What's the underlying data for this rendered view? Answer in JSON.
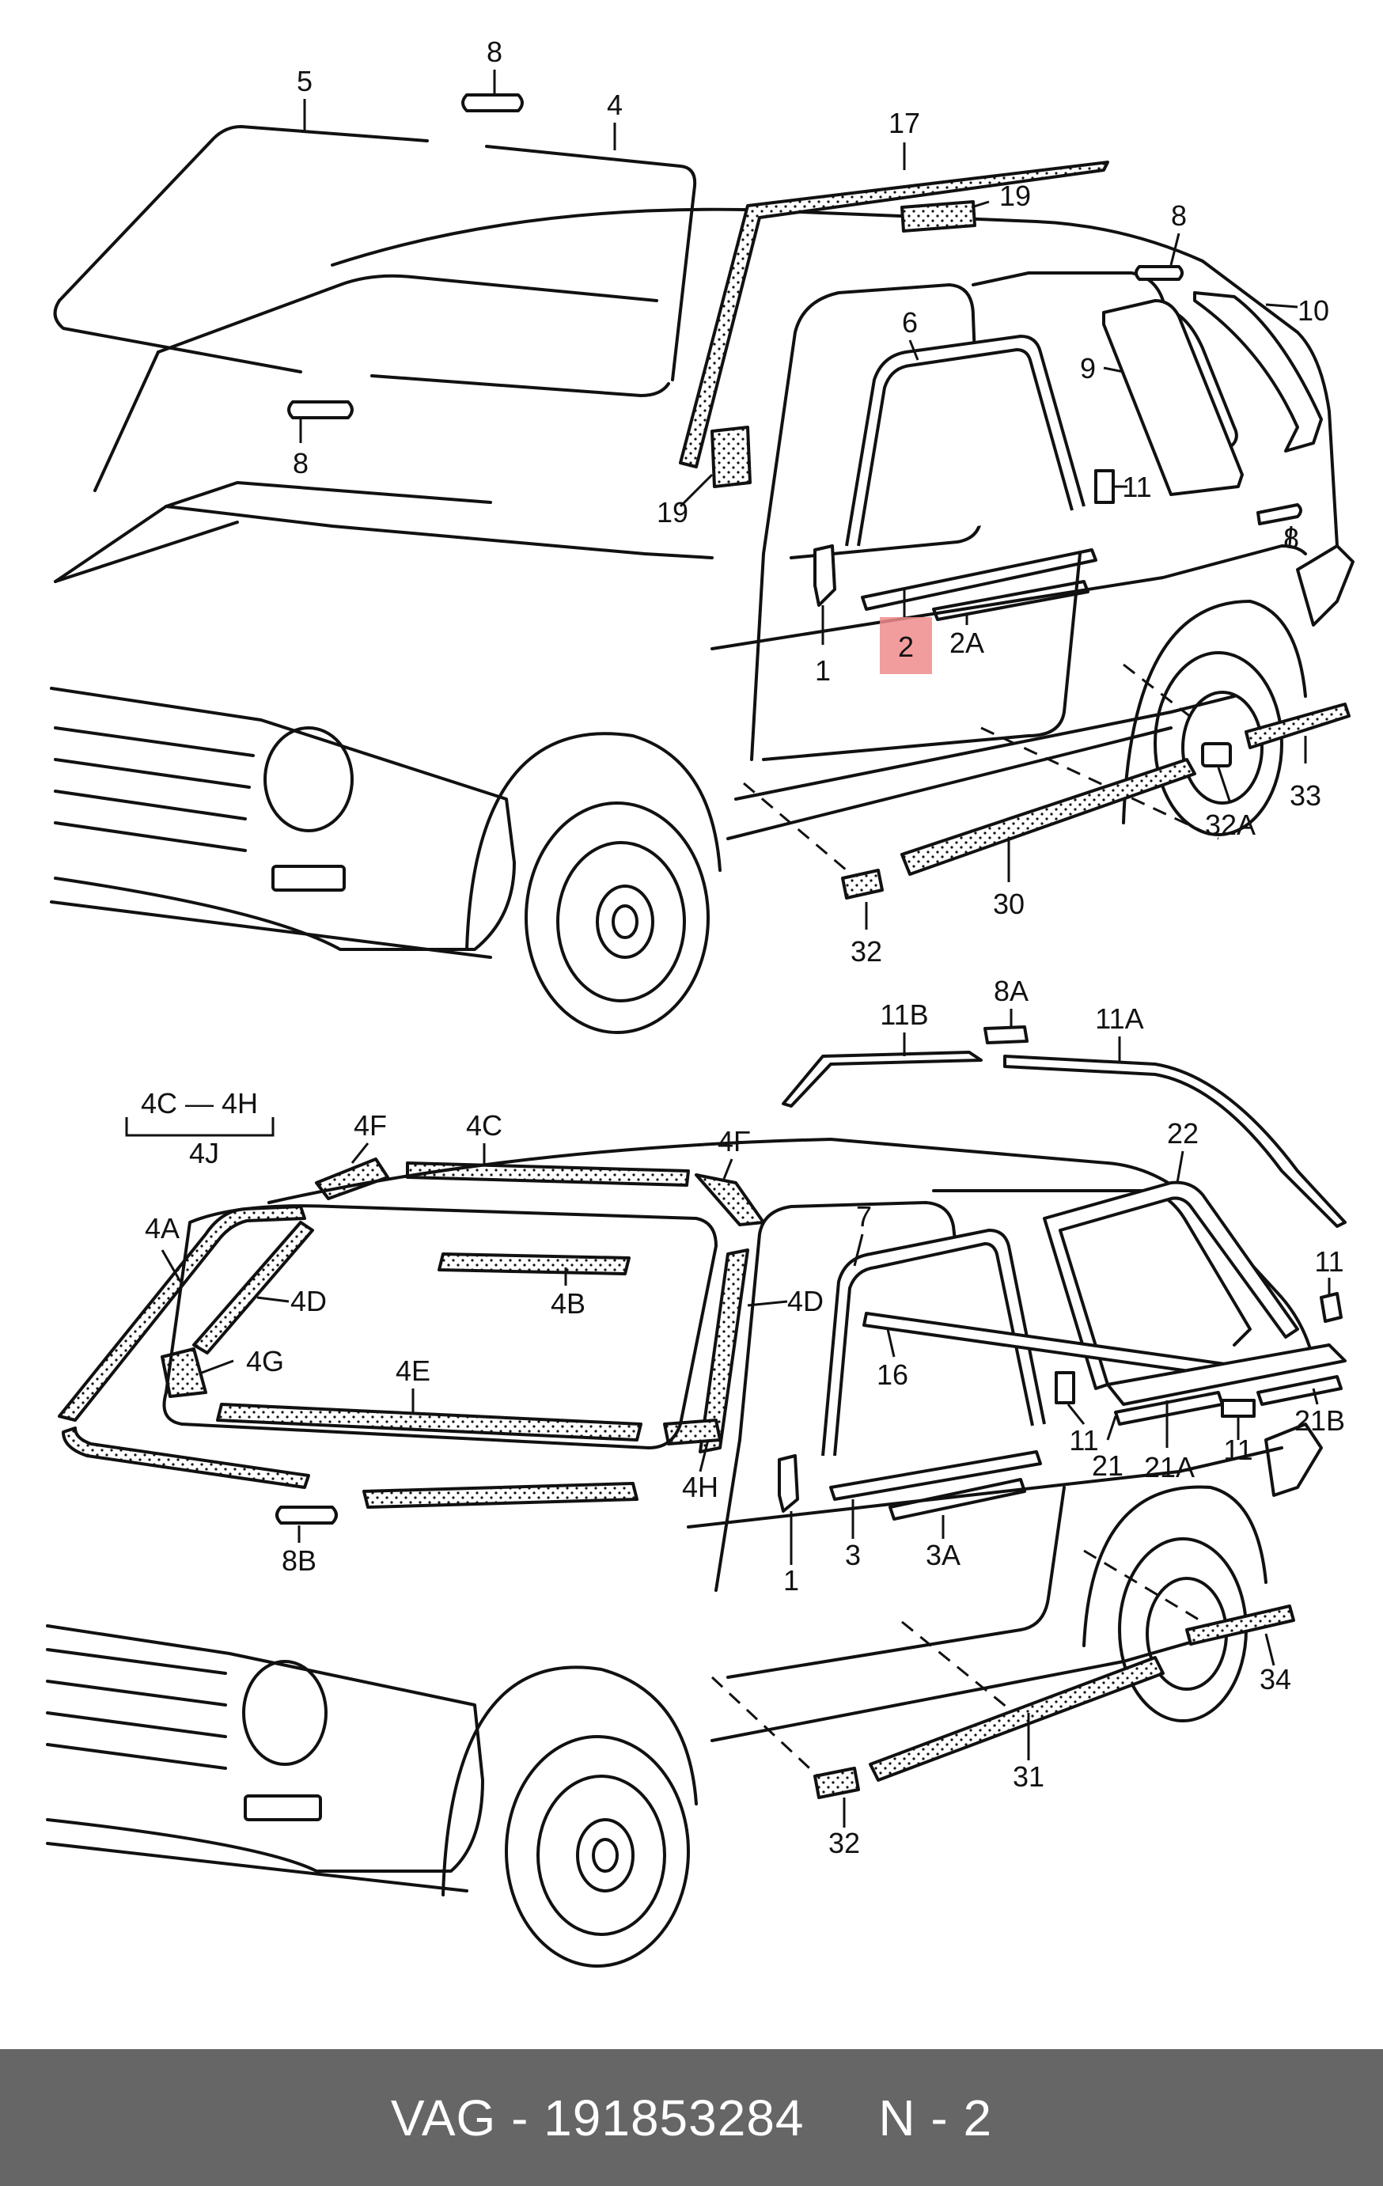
{
  "diagram": {
    "callouts_top": [
      "5",
      "8",
      "4",
      "17",
      "19",
      "8",
      "10",
      "6",
      "9",
      "11",
      "8",
      "19",
      "8",
      "1",
      "2",
      "2A",
      "33",
      "32A",
      "30",
      "32"
    ],
    "callouts_bottom": [
      "11B",
      "8A",
      "11A",
      "4C — 4H",
      "4J",
      "4F",
      "4C",
      "4F",
      "22",
      "4A",
      "4D",
      "4B",
      "7",
      "4D",
      "11",
      "4G",
      "16",
      "4E",
      "11",
      "21",
      "21A",
      "11",
      "21B",
      "4H",
      "8B",
      "1",
      "3",
      "3A",
      "34",
      "31",
      "32"
    ],
    "highlighted_callout": "2"
  },
  "footer": {
    "text": "VAG - 191853284     N - 2"
  },
  "colors": {
    "footer_bg": "#666666",
    "footer_text": "#ffffff",
    "highlight": "#f08c8c",
    "line": "#111111"
  }
}
